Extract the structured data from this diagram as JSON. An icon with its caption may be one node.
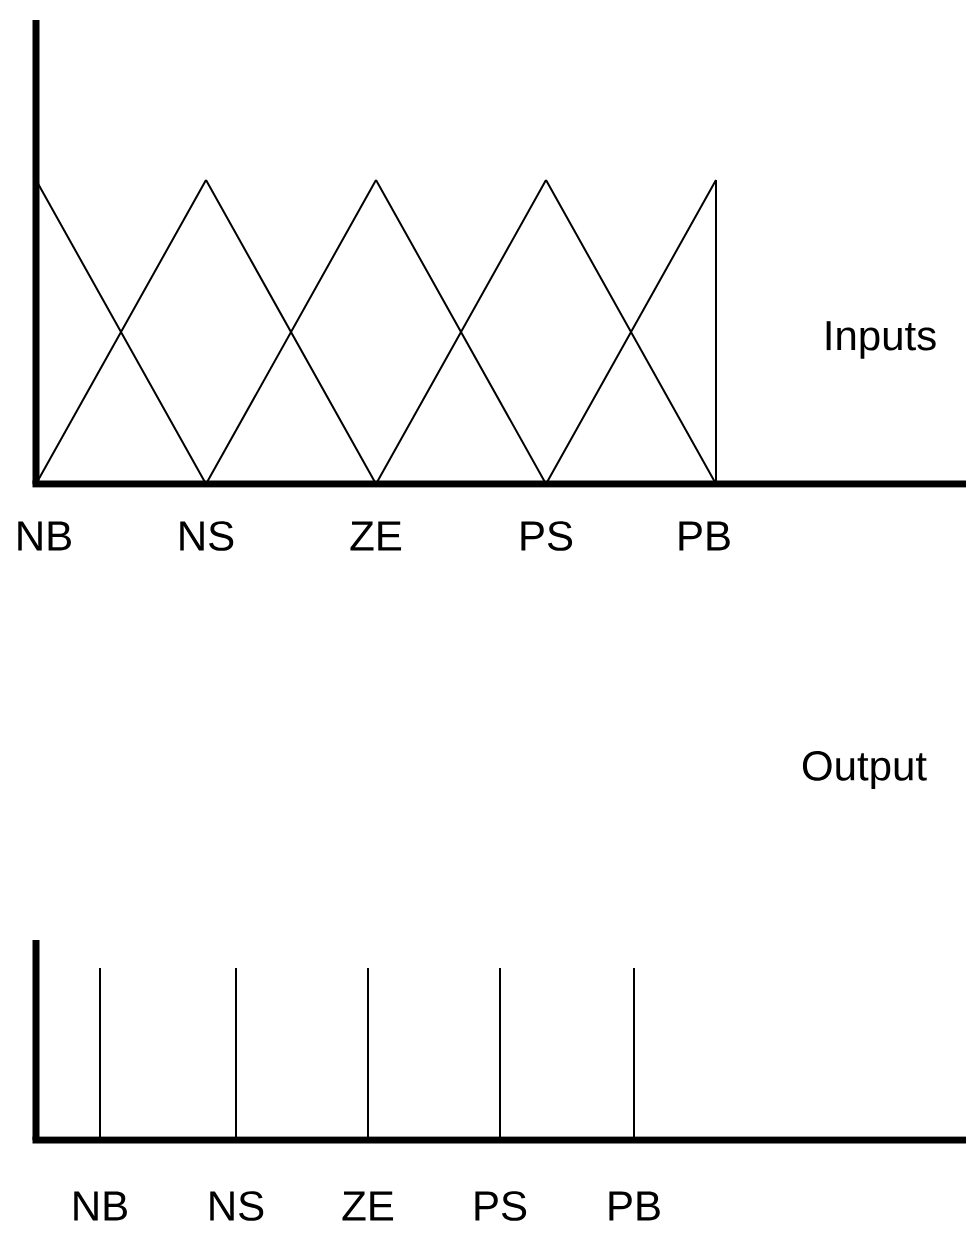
{
  "diagram": {
    "labels": [
      "Inputs",
      "NB",
      "NS",
      "ZE",
      "PS",
      "PB",
      "Output",
      "NB",
      "NS",
      "ZE",
      "PS",
      "PB"
    ]
  }
}
